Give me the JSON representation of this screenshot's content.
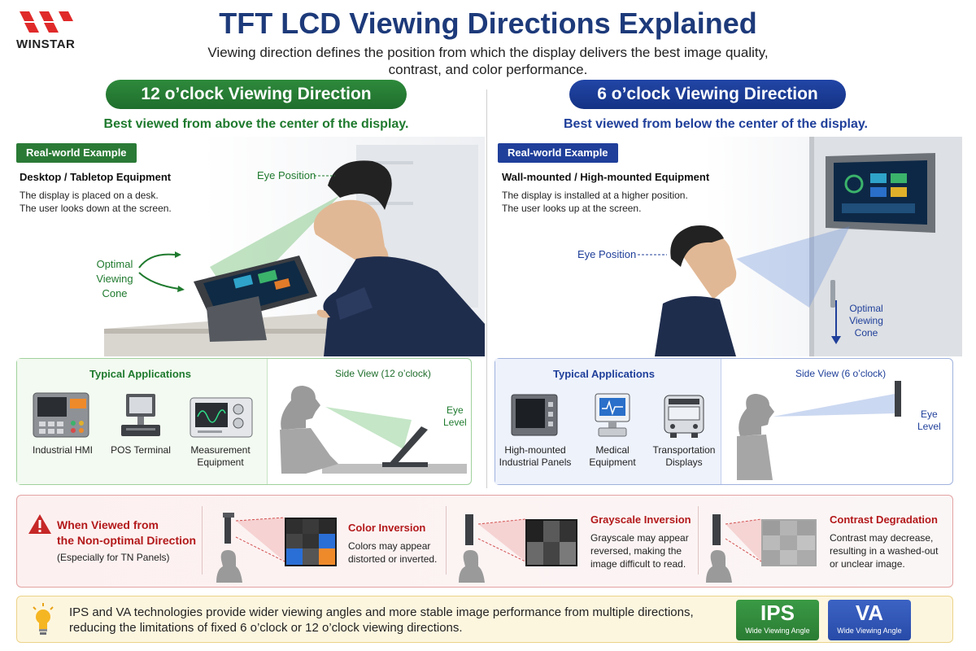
{
  "brand": {
    "logo_text": "WINSTAR",
    "accent": "#e02a2a"
  },
  "header": {
    "title": "TFT LCD Viewing Directions Explained",
    "subtitle_line1": "Viewing direction defines the position from which the display delivers the best image quality,",
    "subtitle_line2": "contrast, and color performance."
  },
  "left": {
    "pill": "12 o’clock Viewing Direction",
    "tagline": "Best viewed from above the center of the display.",
    "badge": "Real-world Example",
    "example_title": "Desktop / Tabletop Equipment",
    "example_line1": "The display is placed on a desk.",
    "example_line2": "The user looks down at the screen.",
    "eye_position": "Eye Position",
    "cone_line1": "Optimal",
    "cone_line2": "Viewing",
    "cone_line3": "Cone",
    "apps_heading": "Typical Applications",
    "apps": [
      {
        "icon": "industrial-hmi-icon",
        "line1": "Industrial HMI",
        "line2": ""
      },
      {
        "icon": "pos-terminal-icon",
        "line1": "POS Terminal",
        "line2": ""
      },
      {
        "icon": "measurement-equipment-icon",
        "line1": "Measurement",
        "line2": "Equipment"
      }
    ],
    "side_view_title": "Side View (12 o’clock)",
    "eye_level_line1": "Eye",
    "eye_level_line2": "Level",
    "color": "#1f7a2e"
  },
  "right": {
    "pill": "6 o’clock Viewing Direction",
    "tagline": "Best viewed from below the center of the display.",
    "badge": "Real-world Example",
    "example_title": "Wall-mounted / High-mounted Equipment",
    "example_line1": "The display is installed at a higher position.",
    "example_line2": "The user looks up at the screen.",
    "eye_position": "Eye Position",
    "cone_line1": "Optimal",
    "cone_line2": "Viewing",
    "cone_line3": "Cone",
    "apps_heading": "Typical Applications",
    "apps": [
      {
        "icon": "high-mounted-panel-icon",
        "line1": "High-mounted",
        "line2": "Industrial Panels"
      },
      {
        "icon": "medical-equipment-icon",
        "line1": "Medical",
        "line2": "Equipment"
      },
      {
        "icon": "transportation-display-icon",
        "line1": "Transportation",
        "line2": "Displays"
      }
    ],
    "side_view_title": "Side View (6 o’clock)",
    "eye_level_line1": "Eye",
    "eye_level_line2": "Level",
    "color": "#1f3f9a"
  },
  "warning": {
    "title_line1": "When Viewed from",
    "title_line2": "the Non-optimal Direction",
    "subtitle": "(Especially for TN Panels)",
    "effects": [
      {
        "title": "Color Inversion",
        "line1": "Colors may appear",
        "line2": "distorted or inverted.",
        "line3": ""
      },
      {
        "title": "Grayscale Inversion",
        "line1": "Grayscale may appear",
        "line2": "reversed, making the",
        "line3": "image difficult to read."
      },
      {
        "title": "Contrast Degradation",
        "line1": "Contrast may decrease,",
        "line2": "resulting in a washed-out",
        "line3": "or unclear image."
      }
    ],
    "color": "#b3191b"
  },
  "note": {
    "line1": "IPS and VA technologies provide wider viewing angles and more stable image performance from multiple directions,",
    "line2": "reducing the limitations of fixed 6 o’clock or 12 o’clock viewing directions.",
    "ips_label": "IPS",
    "ips_caption": "Wide Viewing Angle",
    "va_label": "VA",
    "va_caption": "Wide Viewing Angle"
  }
}
